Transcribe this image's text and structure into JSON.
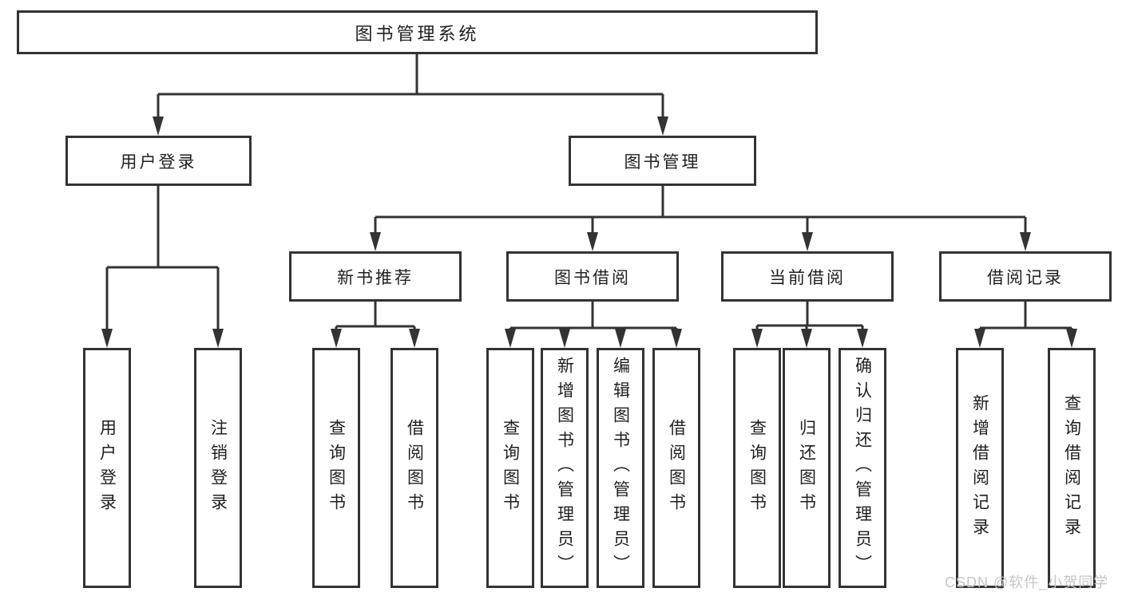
{
  "diagram": {
    "title": "图书管理系统",
    "branches": [
      {
        "label": "用户登录",
        "children": [
          {
            "label": "用户登录"
          },
          {
            "label": "注销登录"
          }
        ]
      },
      {
        "label": "图书管理",
        "children": [
          {
            "label": "新书推荐",
            "children": [
              {
                "label": "查询图书"
              },
              {
                "label": "借阅图书"
              }
            ]
          },
          {
            "label": "图书借阅",
            "children": [
              {
                "label": "查询图书"
              },
              {
                "label": "新增图书（管理员）"
              },
              {
                "label": "编辑图书（管理员）"
              },
              {
                "label": "借阅图书"
              }
            ]
          },
          {
            "label": "当前借阅",
            "children": [
              {
                "label": "查询图书"
              },
              {
                "label": "归还图书"
              },
              {
                "label": "确认归还（管理员）"
              }
            ]
          },
          {
            "label": "借阅记录",
            "children": [
              {
                "label": "新增借阅记录"
              },
              {
                "label": "查询借阅记录"
              }
            ]
          }
        ]
      }
    ]
  },
  "watermark": {
    "text": "CSDN @软件_小贺同学"
  },
  "colors": {
    "line-color": "#333333",
    "text-color": "#1f1f1f",
    "watermark-color": "#c5c5c5",
    "background-color": "#ffffff"
  }
}
